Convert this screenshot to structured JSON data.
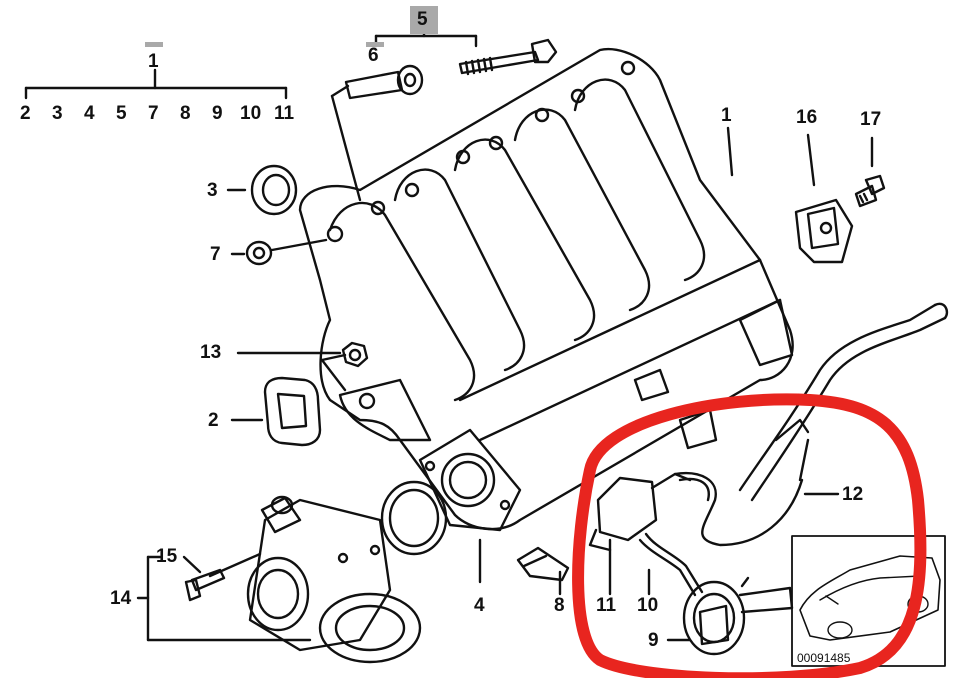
{
  "callouts": {
    "n1_top": "1",
    "row": [
      "2",
      "3",
      "4",
      "5",
      "7",
      "8",
      "9",
      "10",
      "11"
    ],
    "n5": "5",
    "n6": "6",
    "n1_right": "1",
    "n16": "16",
    "n17": "17",
    "n3": "3",
    "n7": "7",
    "n13": "13",
    "n2": "2",
    "n12": "12",
    "n15": "15",
    "n14": "14",
    "n4": "4",
    "n8": "8",
    "n11": "11",
    "n10": "10",
    "n9": "9"
  },
  "image_code": "00091485",
  "colors": {
    "line": "#111111",
    "highlight_circle": "#e8251f",
    "gray_tag": "#a9a9a9"
  }
}
